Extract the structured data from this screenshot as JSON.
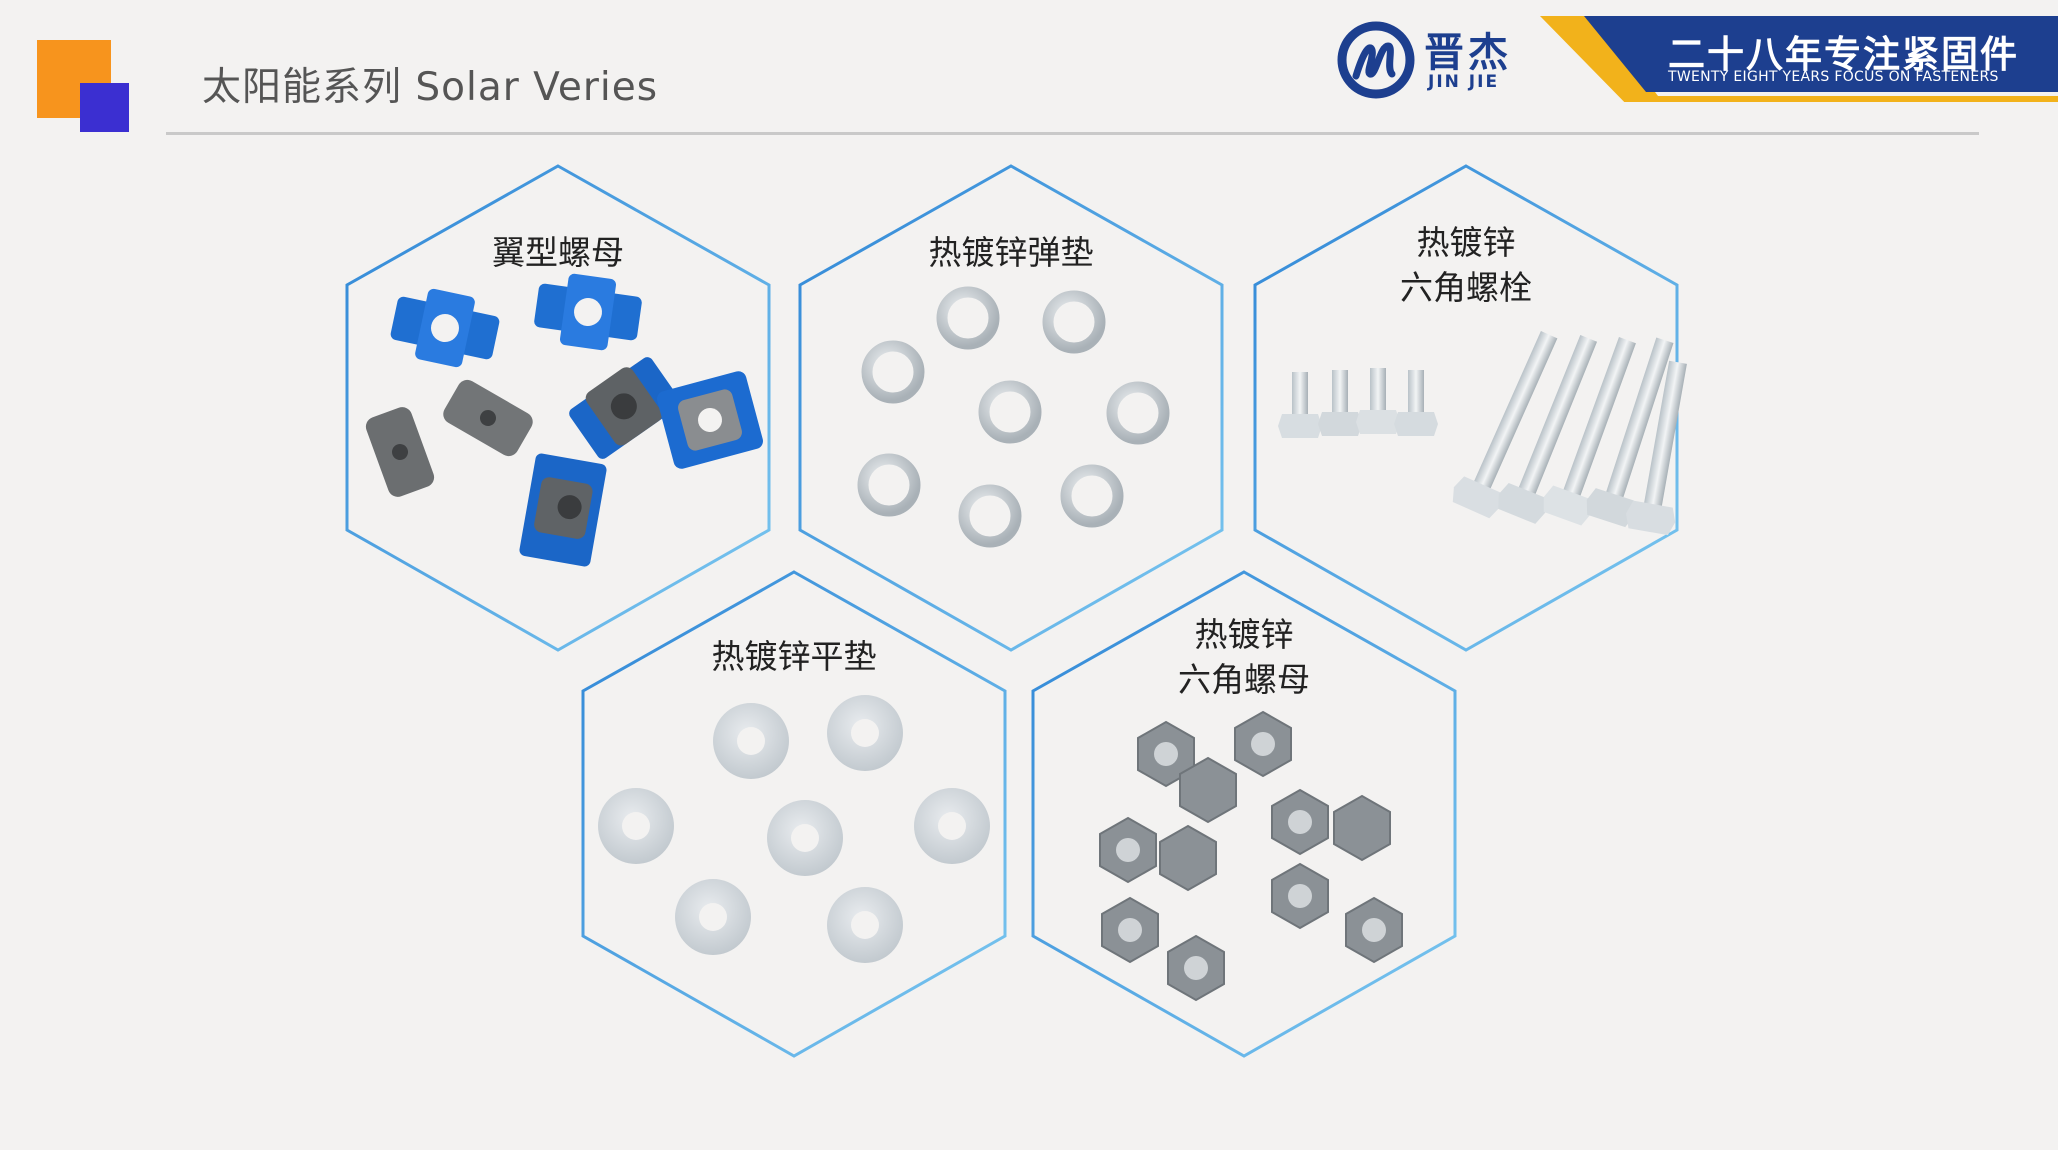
{
  "page": {
    "title": "太阳能系列  Solar Veries"
  },
  "brand": {
    "logo_cn": "晋杰",
    "logo_en": "JIN JIE",
    "slogan_cn": "二十八年专注紧固件",
    "slogan_en": "TWENTY EIGHT YEARS FOCUS ON FASTENERS",
    "colors": {
      "navy": "#1d3f8f",
      "gold": "#f2b21b",
      "orange": "#f7941d",
      "purple_blue": "#3b2fd1",
      "hex_border": "#4aa3df"
    }
  },
  "products": [
    {
      "line1": "翼型螺母",
      "line2": "",
      "image": "blue-wing-channel-nuts"
    },
    {
      "line1": "热镀锌弹垫",
      "line2": "",
      "image": "galvanized-spring-washers"
    },
    {
      "line1": "热镀锌",
      "line2": "六角螺栓",
      "image": "galvanized-hex-bolts"
    },
    {
      "line1": "热镀锌平垫",
      "line2": "",
      "image": "galvanized-flat-washers"
    },
    {
      "line1": "热镀锌",
      "line2": "六角螺母",
      "image": "galvanized-hex-nuts"
    }
  ]
}
